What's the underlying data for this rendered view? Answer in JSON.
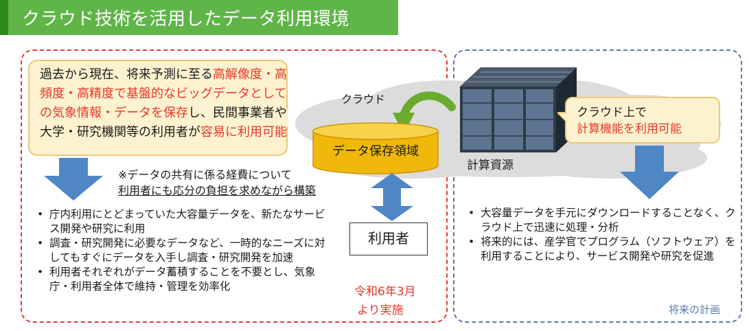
{
  "title": "クラウド技術を活用したデータ利用環境",
  "cloud_label": "クラウド",
  "storage_label": "データ保存領域",
  "compute_label": "計算資源",
  "user_label": "利用者",
  "callout_left": {
    "part1": "過去から現在、将来予測に至る",
    "part2_red": "高解像度・高頻度・高精度で基盤的なビッグデータとしての気象情報・データを保存",
    "part3": "し、民間事業者や大学・研究機関等の利用者が",
    "part4_red": "容易に利用可能"
  },
  "callout_right": {
    "line1": "クラウド上で",
    "line2_red": "計算機能を利用可能"
  },
  "note": {
    "line1": "※データの共有に係る経費について",
    "line2": "利用者にも応分の負担を求めながら構築"
  },
  "bullets_left": [
    "庁内利用にとどまっていた大容量データを、新たなサービス開発や研究に利用",
    "調査・研究開発に必要なデータなど、一時的なニーズに対してもすぐにデータを入手し調査・研究開発を加速",
    "利用者それぞれがデータ蓄積することを不要とし、気象庁・利用者全体で維持・管理を効率化"
  ],
  "bullets_right": [
    "大容量データを手元にダウンロードすることなく、クラウド上で迅速に処理・分析",
    "将来的には、産学官でプログラム（ソフトウェア）を利用することにより、サービス開発や研究を促進"
  ],
  "date": {
    "line1": "令和6年3月",
    "line2": "より実施"
  },
  "future_label": "将来の計画",
  "colors": {
    "title_green": "#5fb548",
    "red_text": "#e5382b",
    "red_border": "#e23a3a",
    "blue_border": "#557ba4",
    "arrow_blue": "#4f86c6",
    "callout_fill": "#fdf2cf",
    "storage_gold": "#f4c20d"
  }
}
